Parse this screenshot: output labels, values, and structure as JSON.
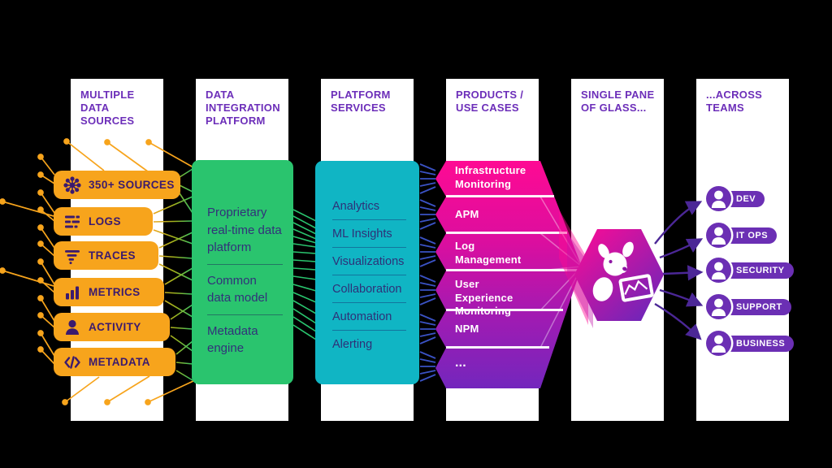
{
  "columns": [
    {
      "title": "MULTIPLE\nDATA\nSOURCES"
    },
    {
      "title": "DATA\nINTEGRATION\nPLATFORM"
    },
    {
      "title": "PLATFORM\nSERVICES"
    },
    {
      "title": "PRODUCTS /\nUSE CASES"
    },
    {
      "title": "SINGLE PANE\nOF GLASS..."
    },
    {
      "title": "...ACROSS\nTEAMS"
    }
  ],
  "sources": {
    "buttons": [
      {
        "label": "350+ SOURCES",
        "icon": "hub-network-icon"
      },
      {
        "label": "LOGS",
        "icon": "log-lines-icon"
      },
      {
        "label": "TRACES",
        "icon": "trace-filter-icon"
      },
      {
        "label": "METRICS",
        "icon": "bar-chart-icon"
      },
      {
        "label": "ACTIVITY",
        "icon": "person-icon"
      },
      {
        "label": "METADATA",
        "icon": "code-brackets-icon"
      }
    ]
  },
  "integration": {
    "items": [
      "Proprietary real-time data platform",
      "Common data model",
      "Metadata engine"
    ]
  },
  "services": {
    "items": [
      "Analytics",
      "ML Insights",
      "Visualizations",
      "Collaboration",
      "Automation",
      "Alerting"
    ]
  },
  "products": {
    "items": [
      "Infrastructure Monitoring",
      "APM",
      "Log Management",
      "User Experience Monitoring",
      "NPM",
      "..."
    ]
  },
  "single_pane": {
    "logo": "datadog-bits-dog"
  },
  "teams": {
    "items": [
      "DEV",
      "IT OPS",
      "SECURITY",
      "SUPPORT",
      "BUSINESS"
    ]
  },
  "colors": {
    "background": "#000000",
    "column": "#FFFFFF",
    "header_purple": "#6C2EB9",
    "source_orange": "#F7A41C",
    "deep_purple_text": "#3B1A6E",
    "integration_green": "#2AC46E",
    "services_teal": "#10B5C4",
    "box_text": "#32317A",
    "product_gradient_top": "#FF0A93",
    "product_gradient_bottom": "#6E28BE",
    "badge_purple": "#6B2FB4",
    "arrow_purple": "#4B2796",
    "connector_blue": "#3A52C4"
  }
}
